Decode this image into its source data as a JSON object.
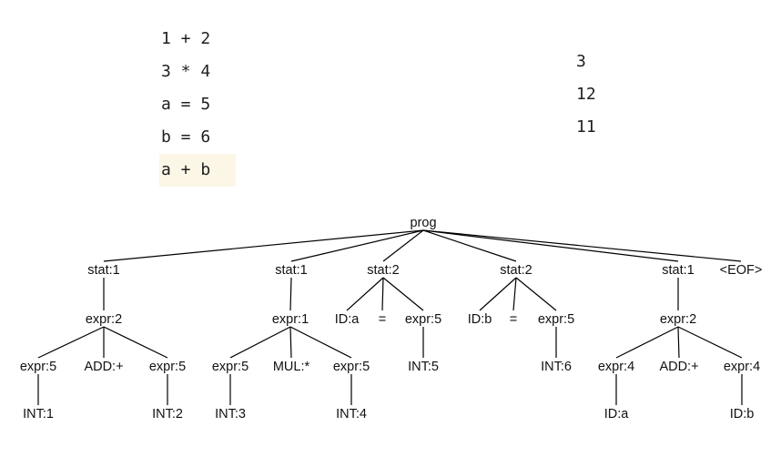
{
  "editor": {
    "lines": [
      "1 + 2",
      "3 * 4",
      "a = 5",
      "b = 6",
      "a + b"
    ],
    "current_line_index": 4
  },
  "output": {
    "lines": [
      "3",
      "12",
      "11"
    ]
  },
  "parse_tree": {
    "nodes": [
      {
        "id": "prog",
        "label": "prog"
      },
      {
        "id": "s1",
        "label": "stat:1"
      },
      {
        "id": "s2",
        "label": "stat:1"
      },
      {
        "id": "s3",
        "label": "stat:2"
      },
      {
        "id": "s4",
        "label": "stat:2"
      },
      {
        "id": "s5",
        "label": "stat:1"
      },
      {
        "id": "eof",
        "label": "<EOF>"
      },
      {
        "id": "e1",
        "label": "expr:2"
      },
      {
        "id": "e2",
        "label": "expr:1"
      },
      {
        "id": "ida",
        "label": "ID:a"
      },
      {
        "id": "eq1",
        "label": "="
      },
      {
        "id": "e3",
        "label": "expr:5"
      },
      {
        "id": "idb",
        "label": "ID:b"
      },
      {
        "id": "eq2",
        "label": "="
      },
      {
        "id": "e4",
        "label": "expr:5"
      },
      {
        "id": "e5",
        "label": "expr:2"
      },
      {
        "id": "e1a",
        "label": "expr:5"
      },
      {
        "id": "add1",
        "label": "ADD:+"
      },
      {
        "id": "e1b",
        "label": "expr:5"
      },
      {
        "id": "e2a",
        "label": "expr:5"
      },
      {
        "id": "mul",
        "label": "MUL:*"
      },
      {
        "id": "e2b",
        "label": "expr:5"
      },
      {
        "id": "int5",
        "label": "INT:5"
      },
      {
        "id": "int6",
        "label": "INT:6"
      },
      {
        "id": "e5a",
        "label": "expr:4"
      },
      {
        "id": "add2",
        "label": "ADD:+"
      },
      {
        "id": "e5b",
        "label": "expr:4"
      },
      {
        "id": "int1",
        "label": "INT:1"
      },
      {
        "id": "int2",
        "label": "INT:2"
      },
      {
        "id": "int3",
        "label": "INT:3"
      },
      {
        "id": "int4",
        "label": "INT:4"
      },
      {
        "id": "ida2",
        "label": "ID:a"
      },
      {
        "id": "idb2",
        "label": "ID:b"
      }
    ],
    "edges": [
      [
        "prog",
        "s1"
      ],
      [
        "prog",
        "s2"
      ],
      [
        "prog",
        "s3"
      ],
      [
        "prog",
        "s4"
      ],
      [
        "prog",
        "s5"
      ],
      [
        "prog",
        "eof"
      ],
      [
        "s1",
        "e1"
      ],
      [
        "s2",
        "e2"
      ],
      [
        "s3",
        "ida"
      ],
      [
        "s3",
        "eq1"
      ],
      [
        "s3",
        "e3"
      ],
      [
        "s4",
        "idb"
      ],
      [
        "s4",
        "eq2"
      ],
      [
        "s4",
        "e4"
      ],
      [
        "s5",
        "e5"
      ],
      [
        "e1",
        "e1a"
      ],
      [
        "e1",
        "add1"
      ],
      [
        "e1",
        "e1b"
      ],
      [
        "e2",
        "e2a"
      ],
      [
        "e2",
        "mul"
      ],
      [
        "e2",
        "e2b"
      ],
      [
        "e3",
        "int5"
      ],
      [
        "e4",
        "int6"
      ],
      [
        "e5",
        "e5a"
      ],
      [
        "e5",
        "add2"
      ],
      [
        "e5",
        "e5b"
      ],
      [
        "e1a",
        "int1"
      ],
      [
        "e1b",
        "int2"
      ],
      [
        "e2a",
        "int3"
      ],
      [
        "e2b",
        "int4"
      ],
      [
        "e5a",
        "ida2"
      ],
      [
        "e5b",
        "idb2"
      ]
    ]
  }
}
